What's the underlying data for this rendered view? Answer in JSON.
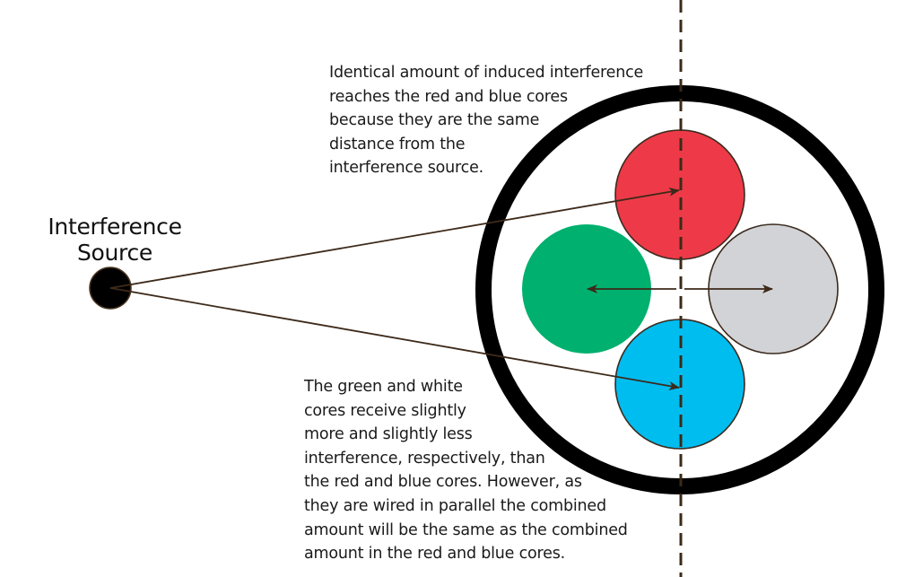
{
  "title": "Induced interference on a four-core cable",
  "source": {
    "label_lines": [
      "Interference",
      "Source"
    ]
  },
  "cores": [
    {
      "name": "red",
      "color": "#ee3a48"
    },
    {
      "name": "green",
      "color": "#00b06e"
    },
    {
      "name": "white",
      "color": "#d2d3d6"
    },
    {
      "name": "blue",
      "color": "#00bdf0"
    }
  ],
  "colors": {
    "sheath": "#000000",
    "line": "#3d2a1a",
    "axis_dash": "#3b2a17",
    "core_outline": "#3a2a1e",
    "source_fill": "#000000"
  },
  "notes": {
    "top": [
      "Identical amount of induced interference",
      "reaches the red and blue cores",
      "because they are the same",
      "distance from the",
      "interference source."
    ],
    "bottom": [
      "The green and white",
      "cores receive slightly",
      "more and slightly less",
      "interference, respectively, than",
      "the red and blue cores. However, as",
      "they are wired in parallel the combined",
      "amount will be the same as the combined",
      "amount in the red and blue cores."
    ]
  }
}
